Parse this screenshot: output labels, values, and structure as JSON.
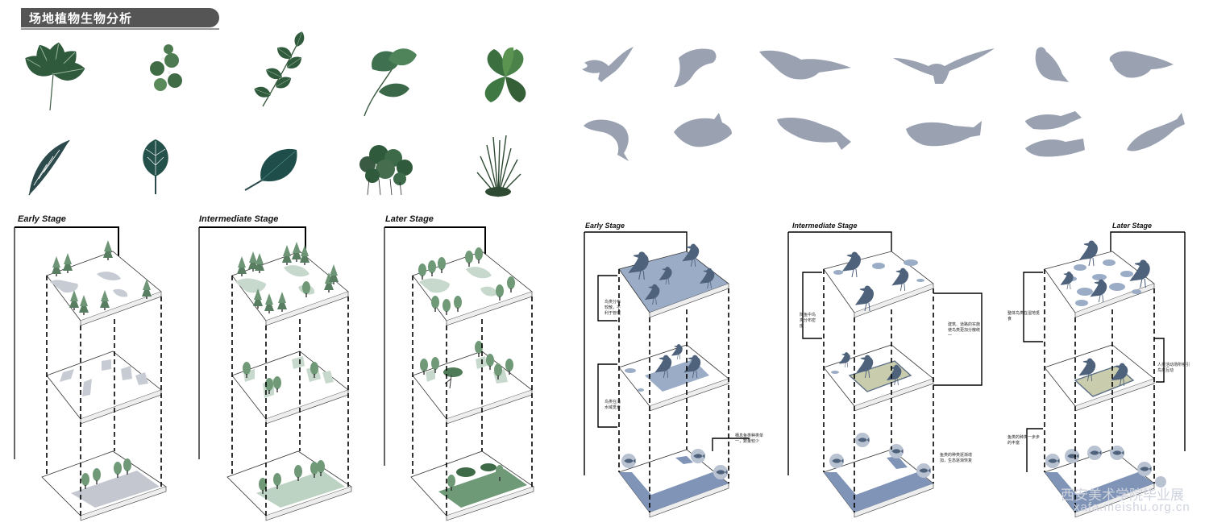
{
  "header": {
    "title": "场地植物生物分析"
  },
  "plant_stages": {
    "early": "Early Stage",
    "intermediate": "Intermediate Stage",
    "later": "Later Stage"
  },
  "bird_stages": {
    "early": "Early Stage",
    "intermediate": "Intermediate Stage",
    "later": "Later Stage"
  },
  "notes": {
    "n1": "鸟类分布较散，不利于管理",
    "n2": "鸟类在浅水域觅食",
    "n3": "栖息鱼类种类单一，数量较少",
    "n4": "随鱼中鸟类分布密度",
    "n5": "建筑、道路的实施使鸟类更加分散统一",
    "n6": "鱼类的种类逐渐增加，生态逐渐恢复",
    "n7": "整体鸟类在湿地觅食",
    "n8": "人类活动场所吸引鸟类互动",
    "n9": "鱼类的种类一步步的丰富"
  },
  "watermark": {
    "line1": "西安美术学院毕业展",
    "line2": "xafa.meishu.org.cn"
  },
  "colors": {
    "bird": "#5d6f86",
    "fish": "#8e9ab0",
    "leaf": "#2f5a3c",
    "water": "#8fa3bf"
  }
}
